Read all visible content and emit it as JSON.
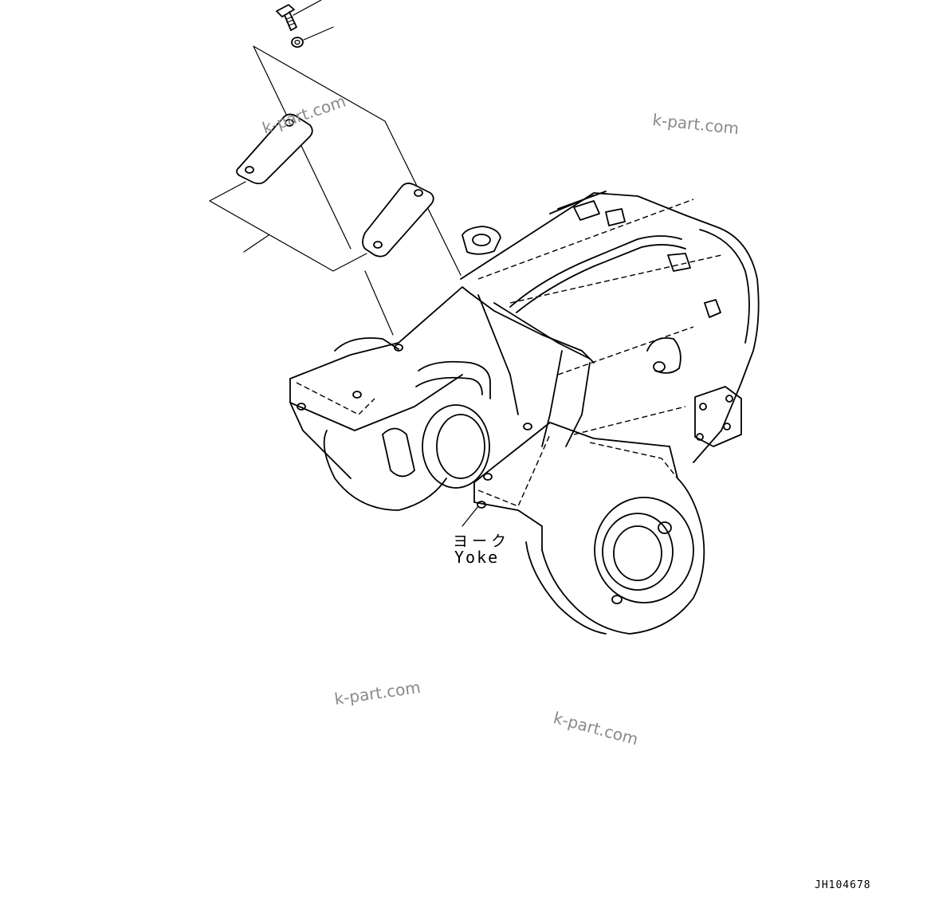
{
  "labels": {
    "part_name_jp": "ヨーク",
    "part_name_en": "Yoke",
    "drawing_number": "JH104678"
  },
  "watermarks": [
    "k-part.com",
    "k-part.com",
    "k-part.com",
    "k-part.com"
  ],
  "colors": {
    "line": "#000000",
    "background": "#ffffff",
    "watermark": "#8a8a8a"
  }
}
